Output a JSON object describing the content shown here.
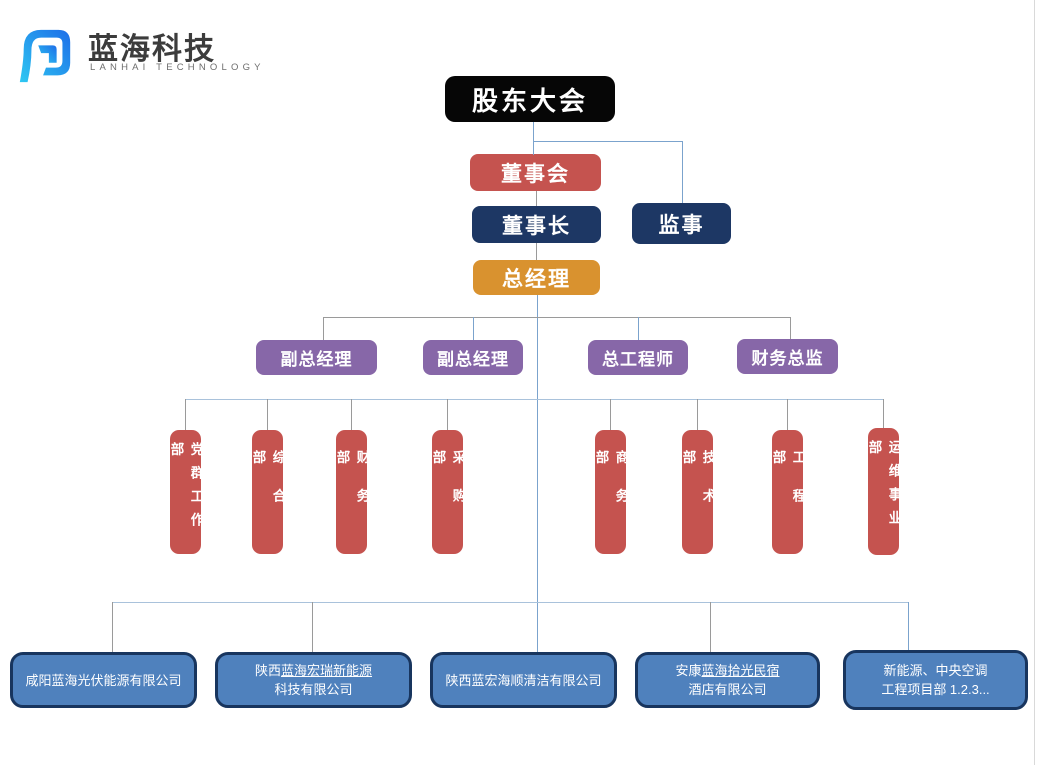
{
  "logo": {
    "icon": "lanhai-logo-icon",
    "title": "蓝海科技",
    "subtitle": "LANHAI TECHNOLOGY"
  },
  "org": {
    "shareholders": {
      "label": "股东大会"
    },
    "board": {
      "label": "董事会"
    },
    "chairman": {
      "label": "董事长"
    },
    "supervisor": {
      "label": "监事"
    },
    "general_manager": {
      "label": "总经理"
    },
    "executives": [
      {
        "label": "副总经理"
      },
      {
        "label": "副总经理"
      },
      {
        "label": "总工程师"
      },
      {
        "label": "财务总监"
      }
    ],
    "departments": [
      {
        "label": "党群工作部"
      },
      {
        "label": "综合部"
      },
      {
        "label": "财务部"
      },
      {
        "label": "采购部"
      },
      {
        "label": "商务部"
      },
      {
        "label": "技术部"
      },
      {
        "label": "工程部"
      },
      {
        "label": "运维事业部"
      }
    ],
    "companies": [
      {
        "l1a": "咸阳蓝海光伏能源有限公司",
        "l1b": "",
        "l2": ""
      },
      {
        "l1a": "陕西",
        "l1b": "蓝海宏瑞新能源",
        "l2": "科技有限公司"
      },
      {
        "l1a": "陕西蓝宏海顺清洁有限公司",
        "l1b": "",
        "l2": ""
      },
      {
        "l1a": "安康",
        "l1b": "蓝海拾光民宿",
        "l2": "酒店有限公司"
      },
      {
        "l1a": "新能源、中央空调",
        "l1b": "",
        "l2": "工程项目部 1.2.3..."
      }
    ]
  },
  "colors": {
    "box_black": "#060606",
    "box_red": "#c5534f",
    "box_navy": "#1d3764",
    "box_orange": "#d9922f",
    "box_purple": "#8767a8",
    "company_fill": "#4f81bd",
    "company_border": "#18355e",
    "line_blue": "#7ba3cd",
    "line_light_blue": "#a9c2db",
    "line_gray": "#9a9a9a",
    "logo_gradient_start": "#2ec8f2",
    "logo_gradient_end": "#1e6ee8"
  }
}
